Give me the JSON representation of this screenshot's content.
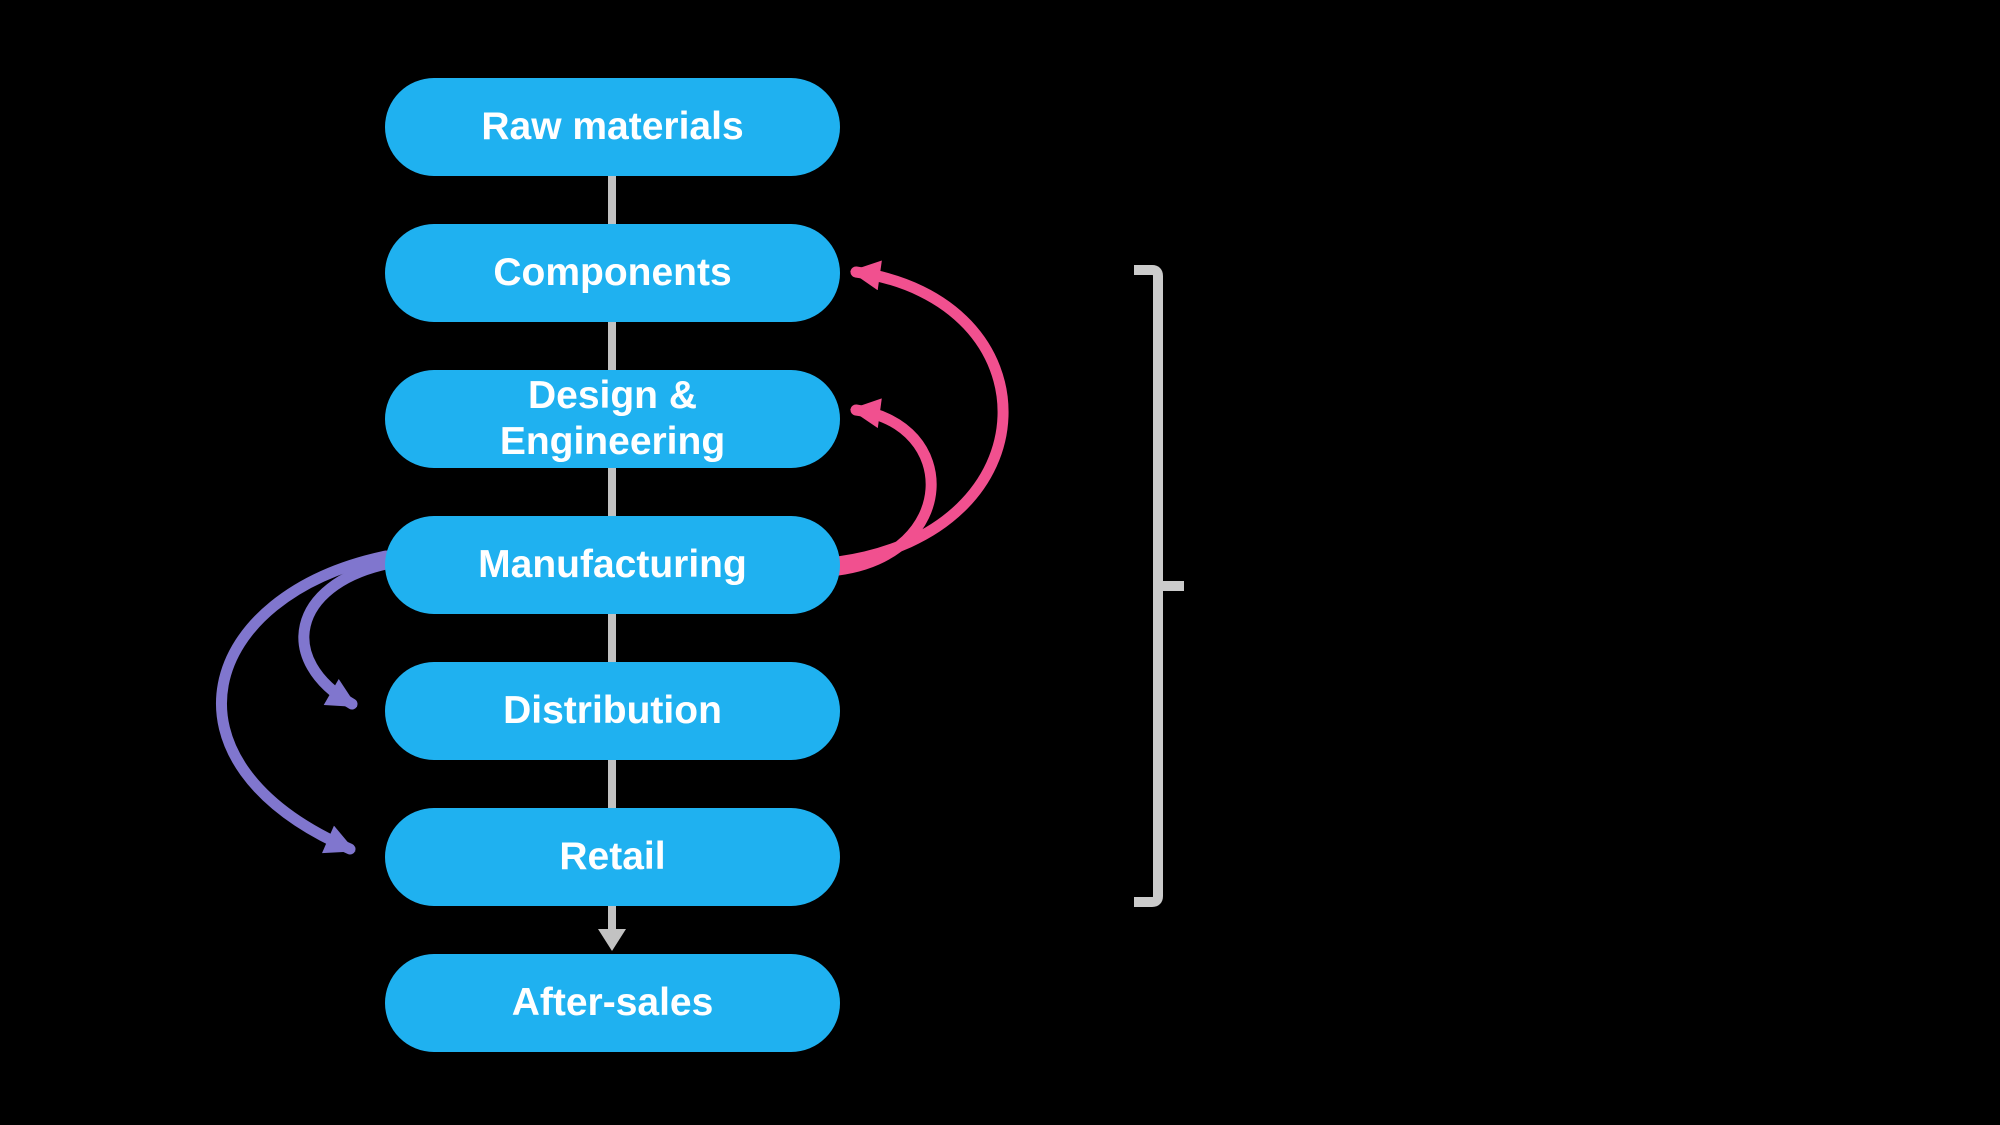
{
  "colors": {
    "background": "#000000",
    "box_blue": "#1FB1F0",
    "box_text": "#FFFFFF",
    "connector_gray": "#C2C2C2",
    "feedback_up_pink": "#F1508F",
    "feedback_down_purple": "#8076CE",
    "bracket_gray": "#CBCBCB"
  },
  "flow": {
    "stages": [
      {
        "label": "Raw materials"
      },
      {
        "label": "Components"
      },
      {
        "label": "Design & Engineering"
      },
      {
        "label": "Manufacturing"
      },
      {
        "label": "Distribution"
      },
      {
        "label": "Retail"
      },
      {
        "label": "After-sales"
      }
    ],
    "forward_links": [
      {
        "from": "Raw materials",
        "to": "Components",
        "arrowhead": false
      },
      {
        "from": "Components",
        "to": "Design & Engineering",
        "arrowhead": false
      },
      {
        "from": "Design & Engineering",
        "to": "Manufacturing",
        "arrowhead": false
      },
      {
        "from": "Manufacturing",
        "to": "Distribution",
        "arrowhead": false
      },
      {
        "from": "Distribution",
        "to": "Retail",
        "arrowhead": false
      },
      {
        "from": "Retail",
        "to": "After-sales",
        "arrowhead": true
      }
    ],
    "curved_links": [
      {
        "from": "Manufacturing",
        "to": "Components",
        "side": "right",
        "color_role": "pink"
      },
      {
        "from": "Manufacturing",
        "to": "Design & Engineering",
        "side": "right",
        "color_role": "pink"
      },
      {
        "from": "Manufacturing",
        "to": "Distribution",
        "side": "left",
        "color_role": "purple"
      },
      {
        "from": "Manufacturing",
        "to": "Retail",
        "side": "left",
        "color_role": "purple"
      }
    ],
    "bracket": {
      "side": "right",
      "from_stage": "Components",
      "to_stage": "Retail"
    }
  }
}
